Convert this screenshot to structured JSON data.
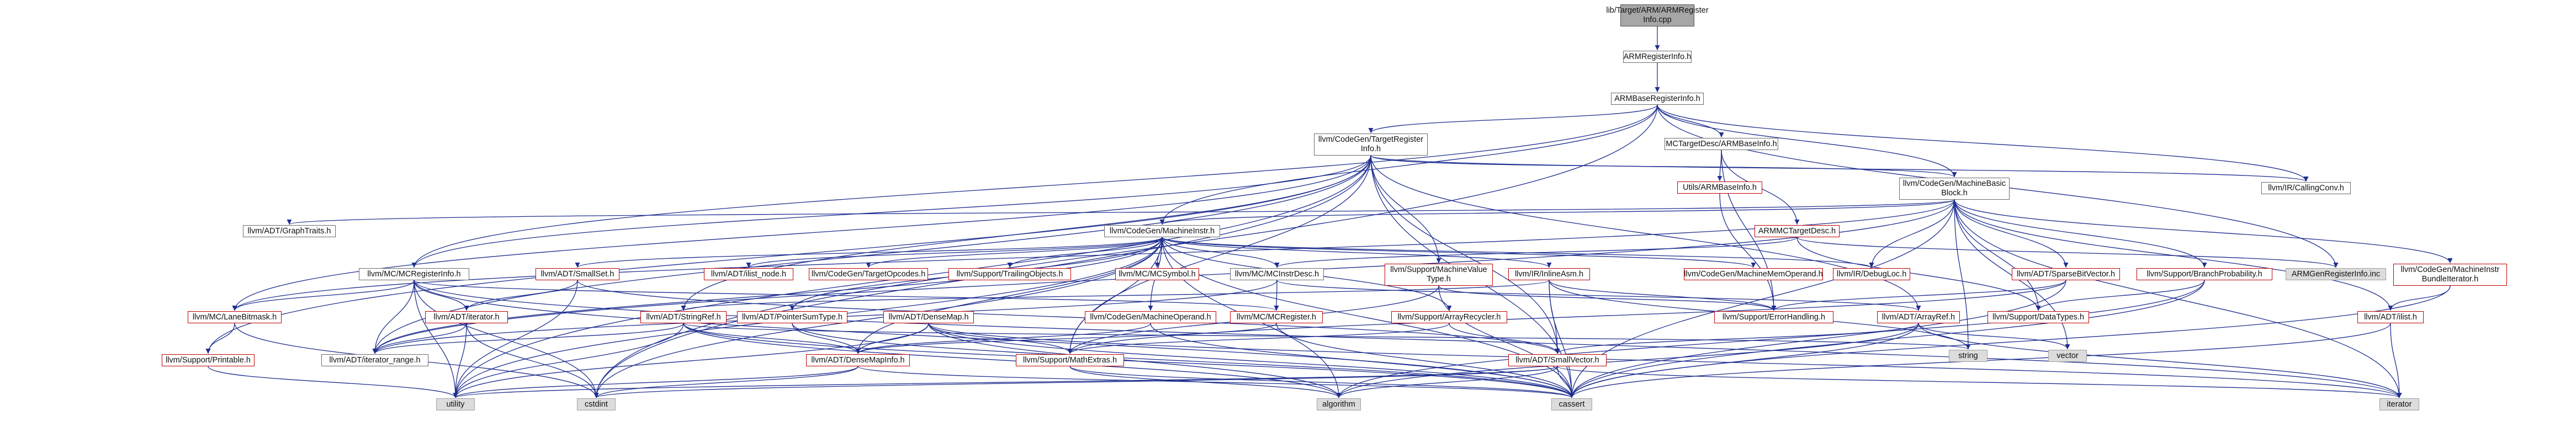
{
  "colors": {
    "edge": "#1e2f8f",
    "root_fill": "#a6a6a6",
    "external_fill": "#dcdcdc",
    "incomplete_border": "#c00000",
    "node_border": "#6b6b6b"
  },
  "nodes": [
    {
      "id": "root",
      "label": "lib/Target/ARM/ARMRegister\nInfo.cpp",
      "style": "root"
    },
    {
      "id": "armreginfo_h",
      "label": "ARMRegisterInfo.h",
      "style": "normal"
    },
    {
      "id": "armbasereginfo",
      "label": "ARMBaseRegisterInfo.h",
      "style": "normal"
    },
    {
      "id": "cg_targetreginfo",
      "label": "llvm/CodeGen/TargetRegister\nInfo.h",
      "style": "normal"
    },
    {
      "id": "mct_armbaseinfo",
      "label": "MCTargetDesc/ARMBaseInfo.h",
      "style": "normal"
    },
    {
      "id": "utils_armbaseinfo",
      "label": "Utils/ARMBaseInfo.h",
      "style": "red"
    },
    {
      "id": "cg_mbb",
      "label": "llvm/CodeGen/MachineBasic\nBlock.h",
      "style": "normal"
    },
    {
      "id": "ir_callingconv",
      "label": "llvm/IR/CallingConv.h",
      "style": "normal"
    },
    {
      "id": "armmc_targetdesc",
      "label": "ARMMCTargetDesc.h",
      "style": "red"
    },
    {
      "id": "adt_graphtraits",
      "label": "llvm/ADT/GraphTraits.h",
      "style": "normal"
    },
    {
      "id": "cg_machineinstr",
      "label": "llvm/CodeGen/MachineInstr.h",
      "style": "normal"
    },
    {
      "id": "armgen_reginfo",
      "label": "ARMGenRegisterInfo.inc",
      "style": "grey"
    },
    {
      "id": "mc_mcreginfo",
      "label": "llvm/MC/MCRegisterInfo.h",
      "style": "normal"
    },
    {
      "id": "adt_smallset",
      "label": "llvm/ADT/SmallSet.h",
      "style": "red"
    },
    {
      "id": "adt_ilist_node",
      "label": "llvm/ADT/ilist_node.h",
      "style": "red"
    },
    {
      "id": "cg_targetopcodes",
      "label": "llvm/CodeGen/TargetOpcodes.h",
      "style": "red"
    },
    {
      "id": "sup_trailingobjects",
      "label": "llvm/Support/TrailingObjects.h",
      "style": "red"
    },
    {
      "id": "mc_mcsymbol",
      "label": "llvm/MC/MCSymbol.h",
      "style": "red"
    },
    {
      "id": "mc_mcinstrdesc",
      "label": "llvm/MC/MCInstrDesc.h",
      "style": "normal"
    },
    {
      "id": "sup_machinevaluetype",
      "label": "llvm/Support/MachineValue\nType.h",
      "style": "red"
    },
    {
      "id": "ir_inlineasm",
      "label": "llvm/IR/InlineAsm.h",
      "style": "red"
    },
    {
      "id": "cg_machinememoperand",
      "label": "llvm/CodeGen/MachineMemOperand.h",
      "style": "red"
    },
    {
      "id": "ir_debugloc",
      "label": "llvm/IR/DebugLoc.h",
      "style": "red"
    },
    {
      "id": "adt_sparsebitvector",
      "label": "llvm/ADT/SparseBitVector.h",
      "style": "red"
    },
    {
      "id": "sup_branchprob",
      "label": "llvm/Support/BranchProbability.h",
      "style": "red"
    },
    {
      "id": "cg_mibundleiter",
      "label": "llvm/CodeGen/MachineInstr\nBundleIterator.h",
      "style": "red"
    },
    {
      "id": "mc_lanebitmask",
      "label": "llvm/MC/LaneBitmask.h",
      "style": "red"
    },
    {
      "id": "adt_iterator",
      "label": "llvm/ADT/iterator.h",
      "style": "red"
    },
    {
      "id": "adt_stringref",
      "label": "llvm/ADT/StringRef.h",
      "style": "red"
    },
    {
      "id": "adt_ptrsumtype",
      "label": "llvm/ADT/PointerSumType.h",
      "style": "red"
    },
    {
      "id": "adt_densemap",
      "label": "llvm/ADT/DenseMap.h",
      "style": "red"
    },
    {
      "id": "cg_machineoperand",
      "label": "llvm/CodeGen/MachineOperand.h",
      "style": "red"
    },
    {
      "id": "mc_mcregister",
      "label": "llvm/MC/MCRegister.h",
      "style": "red"
    },
    {
      "id": "sup_arrayrecycler",
      "label": "llvm/Support/ArrayRecycler.h",
      "style": "red"
    },
    {
      "id": "sup_errorhandling",
      "label": "llvm/Support/ErrorHandling.h",
      "style": "red"
    },
    {
      "id": "adt_arrayref",
      "label": "llvm/ADT/ArrayRef.h",
      "style": "red"
    },
    {
      "id": "sup_datatypes",
      "label": "llvm/Support/DataTypes.h",
      "style": "red"
    },
    {
      "id": "adt_ilist",
      "label": "llvm/ADT/ilist.h",
      "style": "red"
    },
    {
      "id": "sup_printable",
      "label": "llvm/Support/Printable.h",
      "style": "red"
    },
    {
      "id": "adt_iterator_range",
      "label": "llvm/ADT/iterator_range.h",
      "style": "normal"
    },
    {
      "id": "adt_densemapinfo",
      "label": "llvm/ADT/DenseMapInfo.h",
      "style": "red"
    },
    {
      "id": "sup_mathextras",
      "label": "llvm/Support/MathExtras.h",
      "style": "red"
    },
    {
      "id": "adt_smallvector",
      "label": "llvm/ADT/SmallVector.h",
      "style": "red"
    },
    {
      "id": "std_string",
      "label": "string",
      "style": "grey"
    },
    {
      "id": "std_vector",
      "label": "vector",
      "style": "grey"
    },
    {
      "id": "std_utility",
      "label": "utility",
      "style": "grey"
    },
    {
      "id": "std_cstdint",
      "label": "cstdint",
      "style": "grey"
    },
    {
      "id": "std_algorithm",
      "label": "algorithm",
      "style": "grey"
    },
    {
      "id": "std_cassert",
      "label": "cassert",
      "style": "grey"
    },
    {
      "id": "std_iterator",
      "label": "iterator",
      "style": "grey"
    }
  ],
  "edges": [
    [
      "root",
      "armreginfo_h"
    ],
    [
      "armreginfo_h",
      "armbasereginfo"
    ],
    [
      "armbasereginfo",
      "cg_targetreginfo"
    ],
    [
      "armbasereginfo",
      "mct_armbaseinfo"
    ],
    [
      "armbasereginfo",
      "cg_mbb"
    ],
    [
      "armbasereginfo",
      "ir_callingconv"
    ],
    [
      "armbasereginfo",
      "cg_machineinstr"
    ],
    [
      "armbasereginfo",
      "armgen_reginfo"
    ],
    [
      "armbasereginfo",
      "std_cstdint"
    ],
    [
      "armbasereginfo",
      "mc_mcreginfo"
    ],
    [
      "mct_armbaseinfo",
      "utils_armbaseinfo"
    ],
    [
      "mct_armbaseinfo",
      "armmc_targetdesc"
    ],
    [
      "mct_armbaseinfo",
      "sup_errorhandling"
    ],
    [
      "utils_armbaseinfo",
      "sup_errorhandling"
    ],
    [
      "armmc_targetdesc",
      "mc_mcinstrdesc"
    ],
    [
      "armmc_targetdesc",
      "sup_datatypes"
    ],
    [
      "armmc_targetdesc",
      "armgen_reginfo"
    ],
    [
      "cg_targetreginfo",
      "cg_mbb"
    ],
    [
      "cg_targetreginfo",
      "ir_callingconv"
    ],
    [
      "cg_targetreginfo",
      "mc_mcreginfo"
    ],
    [
      "cg_targetreginfo",
      "mc_lanebitmask"
    ],
    [
      "cg_targetreginfo",
      "sup_machinevaluetype"
    ],
    [
      "cg_targetreginfo",
      "adt_iterator_range"
    ],
    [
      "cg_targetreginfo",
      "adt_arrayref"
    ],
    [
      "cg_targetreginfo",
      "adt_smallvector"
    ],
    [
      "cg_targetreginfo",
      "adt_stringref"
    ],
    [
      "cg_targetreginfo",
      "sup_printable"
    ],
    [
      "cg_targetreginfo",
      "sup_mathextras"
    ],
    [
      "cg_targetreginfo",
      "std_cassert"
    ],
    [
      "cg_targetreginfo",
      "std_cstdint"
    ],
    [
      "cg_targetreginfo",
      "std_utility"
    ],
    [
      "cg_mbb",
      "adt_graphtraits"
    ],
    [
      "cg_mbb",
      "cg_machineinstr"
    ],
    [
      "cg_mbb",
      "adt_sparsebitvector"
    ],
    [
      "cg_mbb",
      "sup_branchprob"
    ],
    [
      "cg_mbb",
      "cg_mibundleiter"
    ],
    [
      "cg_mbb",
      "adt_ilist"
    ],
    [
      "cg_mbb",
      "ir_debugloc"
    ],
    [
      "cg_mbb",
      "mc_lanebitmask"
    ],
    [
      "cg_mbb",
      "adt_iterator_range"
    ],
    [
      "cg_mbb",
      "sup_datatypes"
    ],
    [
      "cg_mbb",
      "std_iterator"
    ],
    [
      "cg_mbb",
      "std_string"
    ],
    [
      "cg_mbb",
      "std_vector"
    ],
    [
      "cg_mbb",
      "std_cassert"
    ],
    [
      "cg_machineinstr",
      "adt_densemapinfo"
    ],
    [
      "cg_machineinstr",
      "adt_ptrsumtype"
    ],
    [
      "cg_machineinstr",
      "adt_smallset"
    ],
    [
      "cg_machineinstr",
      "adt_ilist_node"
    ],
    [
      "cg_machineinstr",
      "cg_targetopcodes"
    ],
    [
      "cg_machineinstr",
      "sup_trailingobjects"
    ],
    [
      "cg_machineinstr",
      "mc_mcsymbol"
    ],
    [
      "cg_machineinstr",
      "mc_mcinstrdesc"
    ],
    [
      "cg_machineinstr",
      "ir_inlineasm"
    ],
    [
      "cg_machineinstr",
      "cg_machinememoperand"
    ],
    [
      "cg_machineinstr",
      "ir_debugloc"
    ],
    [
      "cg_machineinstr",
      "cg_machineoperand"
    ],
    [
      "cg_machineinstr",
      "sup_arrayrecycler"
    ],
    [
      "cg_machineinstr",
      "adt_iterator_range"
    ],
    [
      "cg_machineinstr",
      "sup_mathextras"
    ],
    [
      "cg_machineinstr",
      "std_cstdint"
    ],
    [
      "cg_machineinstr",
      "std_utility"
    ],
    [
      "cg_machineinstr",
      "std_algorithm"
    ],
    [
      "cg_machineinstr",
      "std_cassert"
    ],
    [
      "mc_mcreginfo",
      "adt_iterator"
    ],
    [
      "mc_mcreginfo",
      "adt_iterator_range"
    ],
    [
      "mc_mcreginfo",
      "mc_lanebitmask"
    ],
    [
      "mc_mcreginfo",
      "mc_mcregister"
    ],
    [
      "mc_mcreginfo",
      "std_cassert"
    ],
    [
      "mc_mcreginfo",
      "std_cstdint"
    ],
    [
      "mc_mcreginfo",
      "std_iterator"
    ],
    [
      "mc_mcreginfo",
      "std_utility"
    ],
    [
      "adt_smallset",
      "adt_iterator"
    ],
    [
      "adt_smallset",
      "std_utility"
    ],
    [
      "adt_smallset",
      "adt_smallvector"
    ],
    [
      "adt_iterator",
      "adt_iterator_range"
    ],
    [
      "adt_iterator",
      "std_cstdint"
    ],
    [
      "adt_iterator",
      "std_utility"
    ],
    [
      "mc_mcinstrdesc",
      "mc_mcregister"
    ],
    [
      "mc_mcinstrdesc",
      "adt_arrayref"
    ],
    [
      "mc_mcinstrdesc",
      "adt_iterator_range"
    ],
    [
      "sup_machinevaluetype",
      "sup_errorhandling"
    ],
    [
      "sup_machinevaluetype",
      "sup_mathextras"
    ],
    [
      "sup_machinevaluetype",
      "std_cassert"
    ],
    [
      "ir_inlineasm",
      "adt_stringref"
    ],
    [
      "ir_inlineasm",
      "sup_errorhandling"
    ],
    [
      "ir_inlineasm",
      "adt_smallvector"
    ],
    [
      "ir_inlineasm",
      "std_cassert"
    ],
    [
      "ir_inlineasm",
      "std_string"
    ],
    [
      "adt_sparsebitvector",
      "sup_errorhandling"
    ],
    [
      "adt_sparsebitvector",
      "sup_mathextras"
    ],
    [
      "adt_sparsebitvector",
      "std_cassert"
    ],
    [
      "sup_branchprob",
      "sup_datatypes"
    ],
    [
      "sup_branchprob",
      "std_algorithm"
    ],
    [
      "sup_branchprob",
      "std_cassert"
    ],
    [
      "cg_mibundleiter",
      "adt_ilist"
    ],
    [
      "cg_mibundleiter",
      "std_cassert"
    ],
    [
      "adt_ilist",
      "std_cassert"
    ],
    [
      "adt_ilist",
      "std_iterator"
    ],
    [
      "mc_lanebitmask",
      "sup_printable"
    ],
    [
      "mc_lanebitmask",
      "std_cstdint"
    ],
    [
      "adt_stringref",
      "adt_densemapinfo"
    ],
    [
      "adt_stringref",
      "adt_iterator_range"
    ],
    [
      "adt_stringref",
      "std_algorithm"
    ],
    [
      "adt_stringref",
      "std_cassert"
    ],
    [
      "adt_stringref",
      "std_string"
    ],
    [
      "adt_stringref",
      "std_utility"
    ],
    [
      "adt_ptrsumtype",
      "adt_densemapinfo"
    ],
    [
      "adt_ptrsumtype",
      "std_cassert"
    ],
    [
      "adt_densemap",
      "adt_densemapinfo"
    ],
    [
      "adt_densemap",
      "sup_mathextras"
    ],
    [
      "adt_densemap",
      "std_algorithm"
    ],
    [
      "adt_densemap",
      "std_cassert"
    ],
    [
      "adt_densemap",
      "std_iterator"
    ],
    [
      "adt_densemap",
      "std_utility"
    ],
    [
      "cg_machineoperand",
      "adt_densemapinfo"
    ],
    [
      "cg_machineoperand",
      "std_cassert"
    ],
    [
      "mc_mcregister",
      "adt_densemapinfo"
    ],
    [
      "mc_mcregister",
      "std_cassert"
    ],
    [
      "sup_arrayrecycler",
      "adt_smallvector"
    ],
    [
      "sup_arrayrecycler",
      "sup_mathextras"
    ],
    [
      "adt_arrayref",
      "adt_smallvector"
    ],
    [
      "adt_arrayref",
      "std_algorithm"
    ],
    [
      "adt_arrayref",
      "std_cassert"
    ],
    [
      "adt_arrayref",
      "std_iterator"
    ],
    [
      "adt_arrayref",
      "std_vector"
    ],
    [
      "adt_densemapinfo",
      "std_cassert"
    ],
    [
      "adt_densemapinfo",
      "std_cstdint"
    ],
    [
      "adt_densemapinfo",
      "std_utility"
    ],
    [
      "sup_mathextras",
      "std_algorithm"
    ],
    [
      "sup_mathextras",
      "std_cassert"
    ],
    [
      "adt_smallvector",
      "std_algorithm"
    ],
    [
      "adt_smallvector",
      "std_cassert"
    ],
    [
      "adt_smallvector",
      "std_cstdint"
    ],
    [
      "adt_smallvector",
      "std_iterator"
    ],
    [
      "adt_smallvector",
      "std_utility"
    ],
    [
      "sup_printable",
      "std_utility"
    ]
  ]
}
